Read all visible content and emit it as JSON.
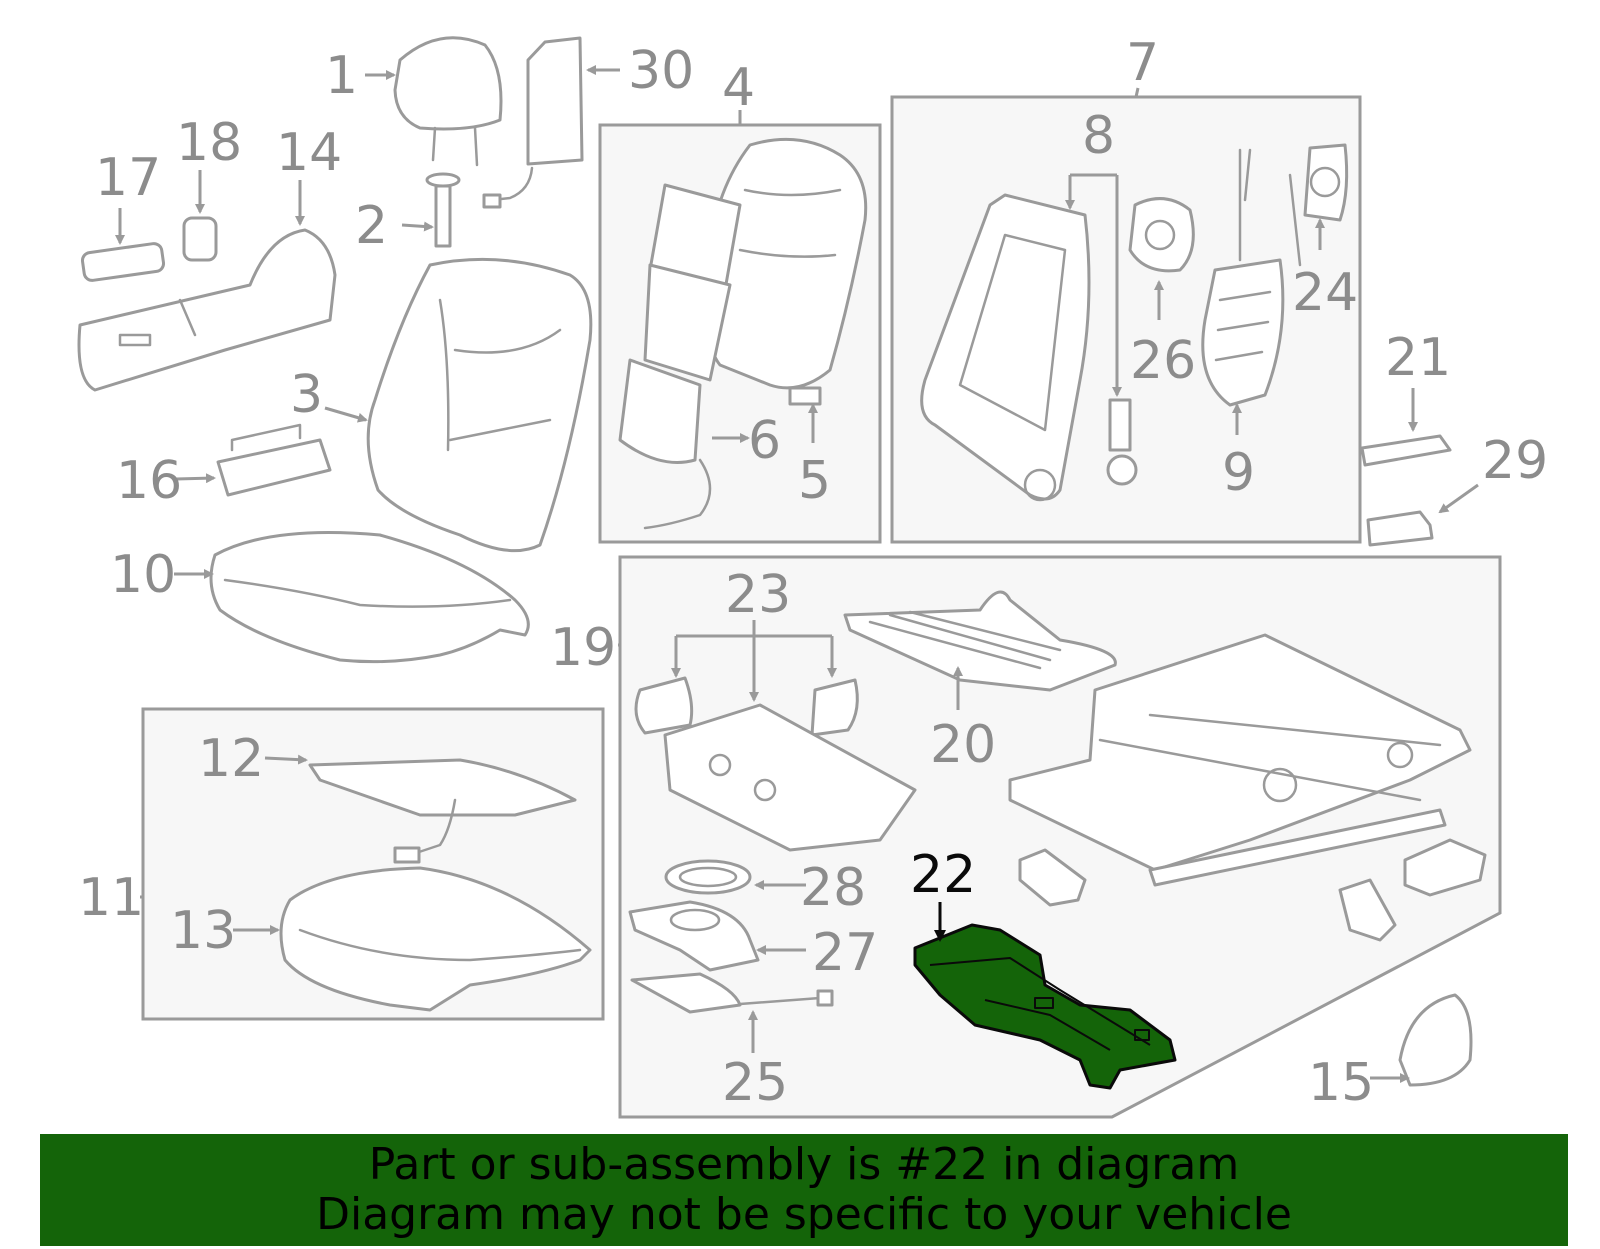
{
  "diagram": {
    "highlighted_part": "22",
    "colors": {
      "highlight": "#146409",
      "line_art": "#9a9a9a",
      "callout_text": "#8c8c8c"
    },
    "callouts": {
      "c1": "1",
      "c2": "2",
      "c3": "3",
      "c4": "4",
      "c5": "5",
      "c6": "6",
      "c7": "7",
      "c8": "8",
      "c9": "9",
      "c10": "10",
      "c11": "11",
      "c12": "12",
      "c13": "13",
      "c14": "14",
      "c15": "15",
      "c16": "16",
      "c17": "17",
      "c18": "18",
      "c19": "19",
      "c20": "20",
      "c21": "21",
      "c22": "22",
      "c23": "23",
      "c24": "24",
      "c25": "25",
      "c26": "26",
      "c27": "27",
      "c28": "28",
      "c29": "29",
      "c30": "30"
    }
  },
  "caption": {
    "line1": "Part or sub-assembly is #22 in diagram",
    "line2": "Diagram may not be specific to your vehicle"
  }
}
